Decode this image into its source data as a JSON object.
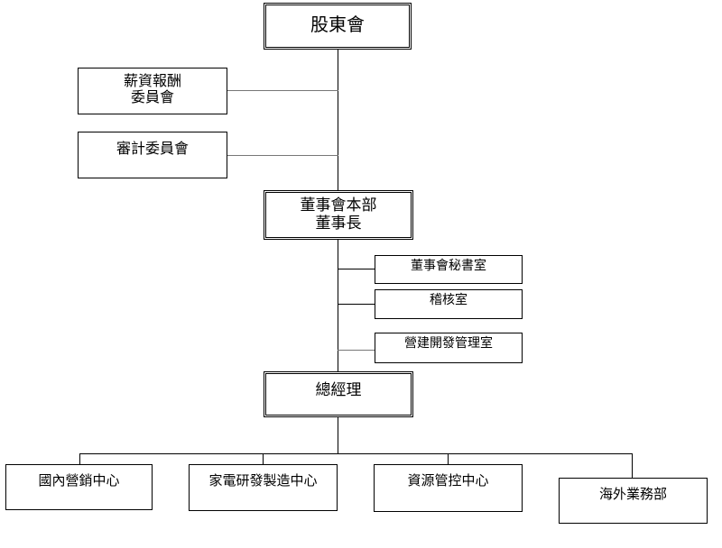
{
  "org_chart": {
    "shareholders": "股東會",
    "compensation_committee": [
      "薪資報酬",
      "委員會"
    ],
    "audit_committee": "審計委員會",
    "board": [
      "董事會本部",
      "董事長"
    ],
    "board_secretary": "董事會秘書室",
    "audit_office": "稽核室",
    "construction_office": "營建開發管理室",
    "general_manager": "總經理",
    "domestic_sales": "國內營銷中心",
    "appliance_rd": "家電研發製造中心",
    "resource_control": "資源管控中心",
    "overseas": "海外業務部"
  }
}
